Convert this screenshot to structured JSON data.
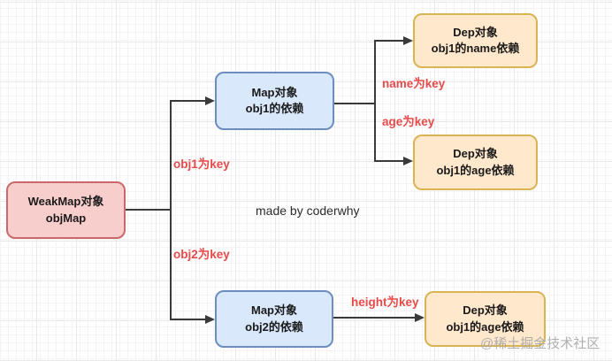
{
  "diagram": {
    "nodes": {
      "weakmap": {
        "line1": "WeakMap对象",
        "line2": "objMap"
      },
      "map_obj1": {
        "line1": "Map对象",
        "line2": "obj1的依赖"
      },
      "map_obj2": {
        "line1": "Map对象",
        "line2": "obj2的依赖"
      },
      "dep_name": {
        "line1": "Dep对象",
        "line2": "obj1的name依赖"
      },
      "dep_age": {
        "line1": "Dep对象",
        "line2": "obj1的age依赖"
      },
      "dep_height": {
        "line1": "Dep对象",
        "line2": "obj1的age依赖"
      }
    },
    "edge_labels": {
      "obj1_key": "obj1为key",
      "obj2_key": "obj2为key",
      "name_key": "name为key",
      "age_key": "age为key",
      "height_key": "height为key"
    },
    "caption": "made by coderwhy",
    "watermark": "@稀土掘金技术社区",
    "colors": {
      "weakmap_fill": "#f8cecc",
      "weakmap_border": "#c9696a",
      "map_fill": "#dae8fc",
      "map_border": "#6c8ebf",
      "dep_fill": "#ffe8cc",
      "dep_border": "#d9b455",
      "edge_label_red": "#e84a4a",
      "connector": "#3a3a3a",
      "watermark_gray": "#a8a8a8"
    }
  }
}
